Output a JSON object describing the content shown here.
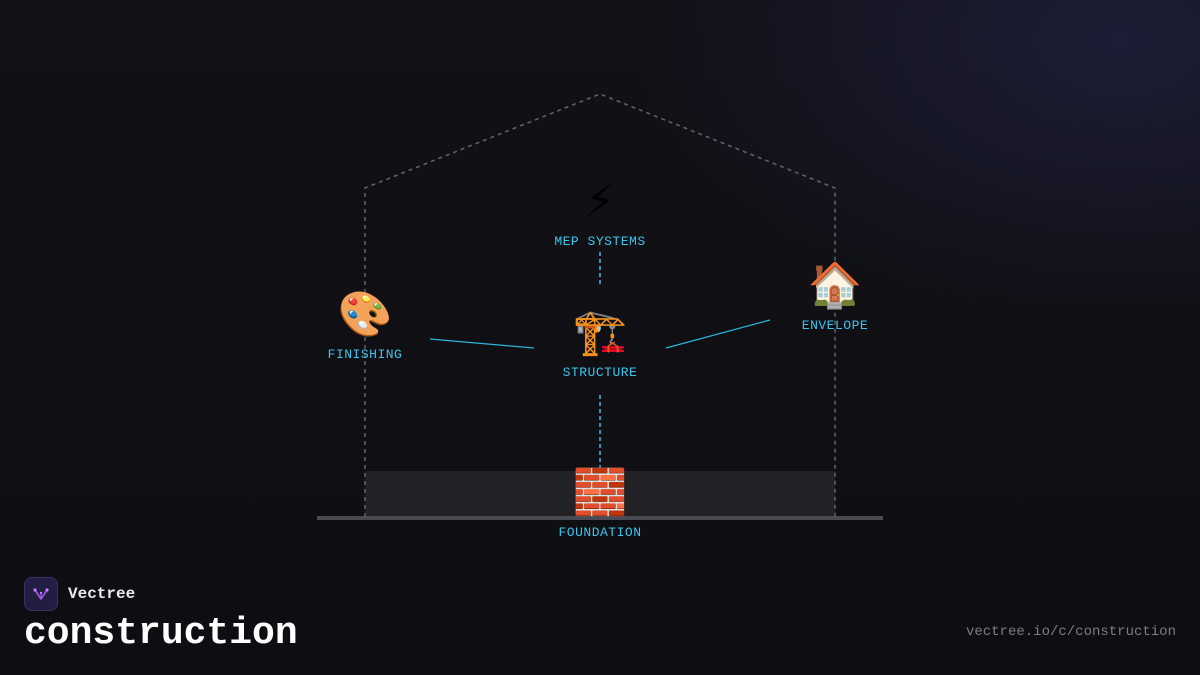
{
  "brand": {
    "name": "Vectree",
    "logo_icon": "vectree-logo-icon",
    "accent": "#9b5de5"
  },
  "page": {
    "title": "construction",
    "url": "vectree.io/c/construction"
  },
  "diagram": {
    "colors": {
      "outline": "#5f6068",
      "connector": "#2bb5dd",
      "label": "#38c6ee",
      "foundation_fill": "#222226",
      "ground": "#4a4b52"
    },
    "nodes": {
      "mep": {
        "label": "MEP SYSTEMS",
        "icon": "⚡",
        "icon_name": "lightning-icon"
      },
      "finishing": {
        "label": "FINISHING",
        "icon": "🎨",
        "icon_name": "palette-icon"
      },
      "structure": {
        "label": "STRUCTURE",
        "icon": "🏗️",
        "icon_name": "crane-icon"
      },
      "envelope": {
        "label": "ENVELOPE",
        "icon": "🏠",
        "icon_name": "house-icon"
      },
      "foundation": {
        "label": "FOUNDATION",
        "icon": "🧱",
        "icon_name": "brick-icon"
      }
    }
  }
}
